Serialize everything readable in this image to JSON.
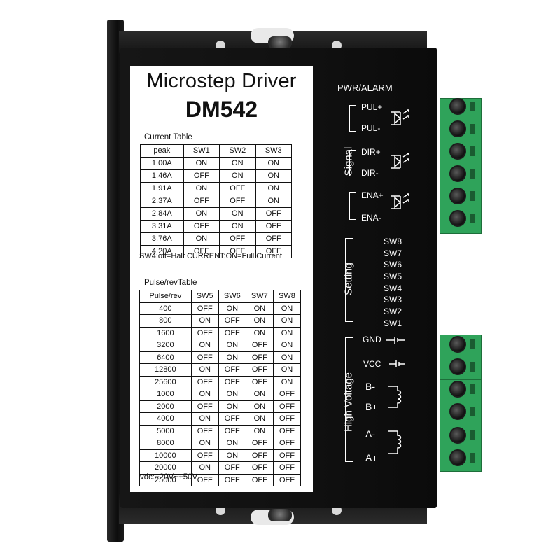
{
  "panel": {
    "title": "Microstep  Driver",
    "model": "DM542",
    "current_table_caption": "Current Table",
    "current_header": [
      "peak",
      "SW1",
      "SW2",
      "SW3"
    ],
    "current_rows": [
      [
        "1.00A",
        "ON",
        "ON",
        "ON"
      ],
      [
        "1.46A",
        "OFF",
        "ON",
        "ON"
      ],
      [
        "1.91A",
        "ON",
        "OFF",
        "ON"
      ],
      [
        "2.37A",
        "OFF",
        "OFF",
        "ON"
      ],
      [
        "2.84A",
        "ON",
        "ON",
        "OFF"
      ],
      [
        "3.31A",
        "OFF",
        "ON",
        "OFF"
      ],
      [
        "3.76A",
        "ON",
        "OFF",
        "OFF"
      ],
      [
        "4.20A",
        "OFF",
        "OFF",
        "OFF"
      ]
    ],
    "sw4_note": "SW4:off=Half CURRENT:ON=Full Current",
    "pulse_table_caption": "Pulse/revTable",
    "pulse_header": [
      "Pulse/rev",
      "SW5",
      "SW6",
      "SW7",
      "SW8"
    ],
    "pulse_rows": [
      [
        "400",
        "OFF",
        "ON",
        "ON",
        "ON"
      ],
      [
        "800",
        "ON",
        "OFF",
        "ON",
        "ON"
      ],
      [
        "1600",
        "OFF",
        "OFF",
        "ON",
        "ON"
      ],
      [
        "3200",
        "ON",
        "ON",
        "OFF",
        "ON"
      ],
      [
        "6400",
        "OFF",
        "ON",
        "OFF",
        "ON"
      ],
      [
        "12800",
        "ON",
        "OFF",
        "OFF",
        "ON"
      ],
      [
        "25600",
        "OFF",
        "OFF",
        "OFF",
        "ON"
      ],
      [
        "1000",
        "ON",
        "ON",
        "ON",
        "OFF"
      ],
      [
        "2000",
        "OFF",
        "ON",
        "ON",
        "OFF"
      ],
      [
        "4000",
        "ON",
        "OFF",
        "ON",
        "OFF"
      ],
      [
        "5000",
        "OFF",
        "OFF",
        "ON",
        "OFF"
      ],
      [
        "8000",
        "ON",
        "ON",
        "OFF",
        "OFF"
      ],
      [
        "10000",
        "OFF",
        "ON",
        "OFF",
        "OFF"
      ],
      [
        "20000",
        "ON",
        "OFF",
        "OFF",
        "OFF"
      ],
      [
        "25000",
        "OFF",
        "OFF",
        "OFF",
        "OFF"
      ]
    ],
    "vdc_note": "vdc:+20V~+50V"
  },
  "right": {
    "pwr_alarm": "PWR/ALARM",
    "signal": "Signal",
    "pul_plus": "PUL+",
    "pul_minus": "PUL-",
    "dir_plus": "DIR+",
    "dir_minus": "DIR-",
    "ena_plus": "ENA+",
    "ena_minus": "ENA-",
    "setting": "Setting",
    "switches": [
      "SW8",
      "SW7",
      "SW6",
      "SW5",
      "SW4",
      "SW3",
      "SW2",
      "SW1"
    ],
    "high_voltage": "High Voltage",
    "gnd": "GND",
    "vcc": "VCC",
    "b_minus": "B-",
    "b_plus": "B+",
    "a_minus": "A-",
    "a_plus": "A+"
  },
  "colors": {
    "body": "#111111",
    "panel": "#ffffff",
    "terminal": "#2fa35a"
  }
}
